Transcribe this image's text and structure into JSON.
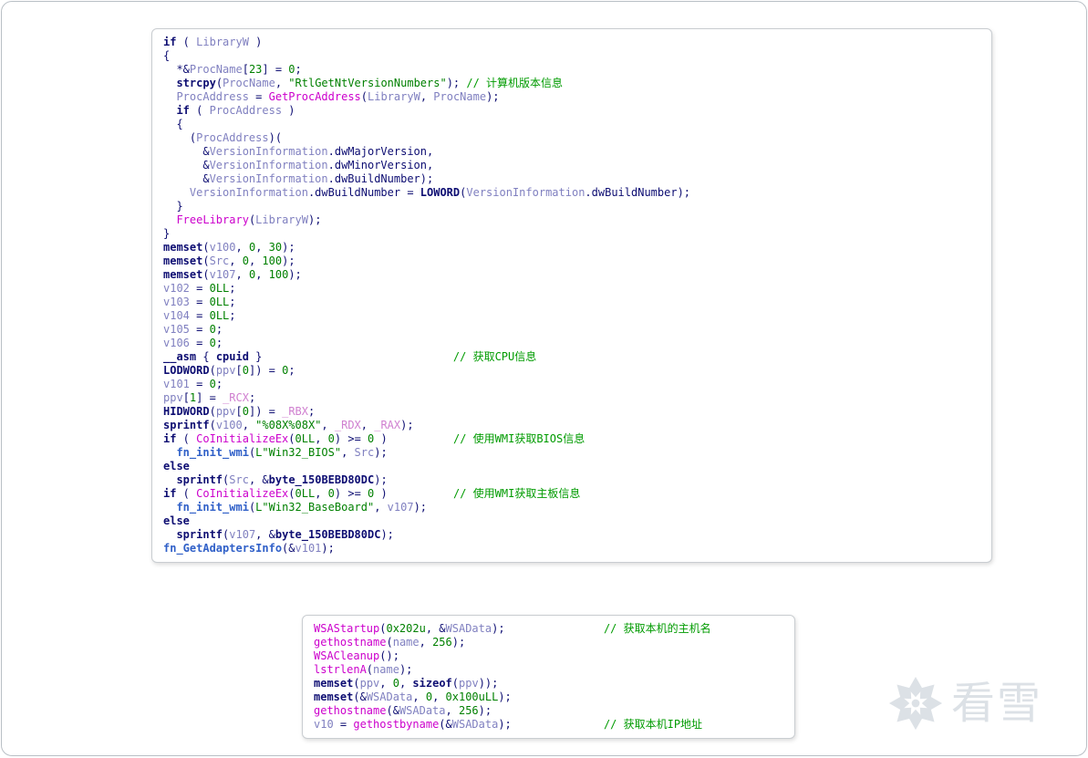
{
  "palette": {
    "plain": "#0d0d72",
    "keyword": "#0d0d72",
    "library": "#0d0d72",
    "global": "#0d0d72",
    "variable": "#8080c0",
    "number": "#008000",
    "string": "#008000",
    "comment": "#009b00",
    "import": "#cc00cc",
    "function": "#3060c8",
    "register": "#d080d0",
    "pad": "#000000"
  },
  "watermark": {
    "brand_text": "看雪",
    "color": "#dce1e6",
    "icon": "snowflake-icon"
  },
  "code_blocks": [
    {
      "name": "version-and-hardware-pseudocode",
      "lines": [
        [
          [
            "kw",
            "if"
          ],
          [
            "p",
            " ( "
          ],
          [
            "var",
            "LibraryW"
          ],
          [
            "p",
            " )"
          ]
        ],
        [
          [
            "p",
            "{"
          ]
        ],
        [
          [
            "p",
            "  *&"
          ],
          [
            "var",
            "ProcName"
          ],
          [
            "p",
            "["
          ],
          [
            "num",
            "23"
          ],
          [
            "p",
            "] = "
          ],
          [
            "num",
            "0"
          ],
          [
            "p",
            ";"
          ]
        ],
        [
          [
            "p",
            "  "
          ],
          [
            "lib",
            "strcpy"
          ],
          [
            "p",
            "("
          ],
          [
            "var",
            "ProcName"
          ],
          [
            "p",
            ", "
          ],
          [
            "str",
            "\"RtlGetNtVersionNumbers\""
          ],
          [
            "p",
            "); "
          ],
          [
            "com",
            "// 计算机版本信息"
          ]
        ],
        [
          [
            "p",
            "  "
          ],
          [
            "var",
            "ProcAddress"
          ],
          [
            "p",
            " = "
          ],
          [
            "imp",
            "GetProcAddress"
          ],
          [
            "p",
            "("
          ],
          [
            "var",
            "LibraryW"
          ],
          [
            "p",
            ", "
          ],
          [
            "var",
            "ProcName"
          ],
          [
            "p",
            ");"
          ]
        ],
        [
          [
            "p",
            "  "
          ],
          [
            "kw",
            "if"
          ],
          [
            "p",
            " ( "
          ],
          [
            "var",
            "ProcAddress"
          ],
          [
            "p",
            " )"
          ]
        ],
        [
          [
            "p",
            "  {"
          ]
        ],
        [
          [
            "p",
            "    ("
          ],
          [
            "var",
            "ProcAddress"
          ],
          [
            "p",
            ")("
          ]
        ],
        [
          [
            "p",
            "      &"
          ],
          [
            "var",
            "VersionInformation"
          ],
          [
            "p",
            ".dwMajorVersion,"
          ]
        ],
        [
          [
            "p",
            "      &"
          ],
          [
            "var",
            "VersionInformation"
          ],
          [
            "p",
            ".dwMinorVersion,"
          ]
        ],
        [
          [
            "p",
            "      &"
          ],
          [
            "var",
            "VersionInformation"
          ],
          [
            "p",
            ".dwBuildNumber);"
          ]
        ],
        [
          [
            "p",
            "    "
          ],
          [
            "var",
            "VersionInformation"
          ],
          [
            "p",
            ".dwBuildNumber = "
          ],
          [
            "lib",
            "LOWORD"
          ],
          [
            "p",
            "("
          ],
          [
            "var",
            "VersionInformation"
          ],
          [
            "p",
            ".dwBuildNumber);"
          ]
        ],
        [
          [
            "p",
            "  }"
          ]
        ],
        [
          [
            "p",
            "  "
          ],
          [
            "imp",
            "FreeLibrary"
          ],
          [
            "p",
            "("
          ],
          [
            "var",
            "LibraryW"
          ],
          [
            "p",
            ");"
          ]
        ],
        [
          [
            "p",
            "}"
          ]
        ],
        [
          [
            "lib",
            "memset"
          ],
          [
            "p",
            "("
          ],
          [
            "var",
            "v100"
          ],
          [
            "p",
            ", "
          ],
          [
            "num",
            "0"
          ],
          [
            "p",
            ", "
          ],
          [
            "num",
            "30"
          ],
          [
            "p",
            ");"
          ]
        ],
        [
          [
            "lib",
            "memset"
          ],
          [
            "p",
            "("
          ],
          [
            "var",
            "Src"
          ],
          [
            "p",
            ", "
          ],
          [
            "num",
            "0"
          ],
          [
            "p",
            ", "
          ],
          [
            "num",
            "100"
          ],
          [
            "p",
            ");"
          ]
        ],
        [
          [
            "lib",
            "memset"
          ],
          [
            "p",
            "("
          ],
          [
            "var",
            "v107"
          ],
          [
            "p",
            ", "
          ],
          [
            "num",
            "0"
          ],
          [
            "p",
            ", "
          ],
          [
            "num",
            "100"
          ],
          [
            "p",
            ");"
          ]
        ],
        [
          [
            "var",
            "v102"
          ],
          [
            "p",
            " = "
          ],
          [
            "num",
            "0LL"
          ],
          [
            "p",
            ";"
          ]
        ],
        [
          [
            "var",
            "v103"
          ],
          [
            "p",
            " = "
          ],
          [
            "num",
            "0LL"
          ],
          [
            "p",
            ";"
          ]
        ],
        [
          [
            "var",
            "v104"
          ],
          [
            "p",
            " = "
          ],
          [
            "num",
            "0LL"
          ],
          [
            "p",
            ";"
          ]
        ],
        [
          [
            "var",
            "v105"
          ],
          [
            "p",
            " = "
          ],
          [
            "num",
            "0"
          ],
          [
            "p",
            ";"
          ]
        ],
        [
          [
            "var",
            "v106"
          ],
          [
            "p",
            " = "
          ],
          [
            "num",
            "0"
          ],
          [
            "p",
            ";"
          ]
        ],
        [
          [
            "kw",
            "__asm"
          ],
          [
            "p",
            " { "
          ],
          [
            "lib",
            "cpuid"
          ],
          [
            "p",
            " }"
          ],
          [
            "pad",
            "29"
          ],
          [
            "com",
            "// 获取CPU信息"
          ]
        ],
        [
          [
            "lib",
            "LODWORD"
          ],
          [
            "p",
            "("
          ],
          [
            "var",
            "ppv"
          ],
          [
            "p",
            "["
          ],
          [
            "num",
            "0"
          ],
          [
            "p",
            "]) = "
          ],
          [
            "num",
            "0"
          ],
          [
            "p",
            ";"
          ]
        ],
        [
          [
            "var",
            "v101"
          ],
          [
            "p",
            " = "
          ],
          [
            "num",
            "0"
          ],
          [
            "p",
            ";"
          ]
        ],
        [
          [
            "var",
            "ppv"
          ],
          [
            "p",
            "["
          ],
          [
            "num",
            "1"
          ],
          [
            "p",
            "] = "
          ],
          [
            "reg",
            "_RCX"
          ],
          [
            "p",
            ";"
          ]
        ],
        [
          [
            "lib",
            "HIDWORD"
          ],
          [
            "p",
            "("
          ],
          [
            "var",
            "ppv"
          ],
          [
            "p",
            "["
          ],
          [
            "num",
            "0"
          ],
          [
            "p",
            "]) = "
          ],
          [
            "reg",
            "_RBX"
          ],
          [
            "p",
            ";"
          ]
        ],
        [
          [
            "lib",
            "sprintf"
          ],
          [
            "p",
            "("
          ],
          [
            "var",
            "v100"
          ],
          [
            "p",
            ", "
          ],
          [
            "str",
            "\"%08X%08X\""
          ],
          [
            "p",
            ", "
          ],
          [
            "reg",
            "_RDX"
          ],
          [
            "p",
            ", "
          ],
          [
            "reg",
            "_RAX"
          ],
          [
            "p",
            ");"
          ]
        ],
        [
          [
            "kw",
            "if"
          ],
          [
            "p",
            " ( "
          ],
          [
            "imp",
            "CoInitializeEx"
          ],
          [
            "p",
            "("
          ],
          [
            "num",
            "0LL"
          ],
          [
            "p",
            ", "
          ],
          [
            "num",
            "0"
          ],
          [
            "p",
            ") >= "
          ],
          [
            "num",
            "0"
          ],
          [
            "p",
            " )"
          ],
          [
            "pad",
            "10"
          ],
          [
            "com",
            "// 使用WMI获取BIOS信息"
          ]
        ],
        [
          [
            "p",
            "  "
          ],
          [
            "fn",
            "fn_init_wmi"
          ],
          [
            "p",
            "("
          ],
          [
            "str",
            "L\"Win32_BIOS\""
          ],
          [
            "p",
            ", "
          ],
          [
            "var",
            "Src"
          ],
          [
            "p",
            ");"
          ]
        ],
        [
          [
            "kw",
            "else"
          ]
        ],
        [
          [
            "p",
            "  "
          ],
          [
            "lib",
            "sprintf"
          ],
          [
            "p",
            "("
          ],
          [
            "var",
            "Src"
          ],
          [
            "p",
            ", &"
          ],
          [
            "glob",
            "byte_150BEBD80DC"
          ],
          [
            "p",
            ");"
          ]
        ],
        [
          [
            "kw",
            "if"
          ],
          [
            "p",
            " ( "
          ],
          [
            "imp",
            "CoInitializeEx"
          ],
          [
            "p",
            "("
          ],
          [
            "num",
            "0LL"
          ],
          [
            "p",
            ", "
          ],
          [
            "num",
            "0"
          ],
          [
            "p",
            ") >= "
          ],
          [
            "num",
            "0"
          ],
          [
            "p",
            " )"
          ],
          [
            "pad",
            "10"
          ],
          [
            "com",
            "// 使用WMI获取主板信息"
          ]
        ],
        [
          [
            "p",
            "  "
          ],
          [
            "fn",
            "fn_init_wmi"
          ],
          [
            "p",
            "("
          ],
          [
            "str",
            "L\"Win32_BaseBoard\""
          ],
          [
            "p",
            ", "
          ],
          [
            "var",
            "v107"
          ],
          [
            "p",
            ");"
          ]
        ],
        [
          [
            "kw",
            "else"
          ]
        ],
        [
          [
            "p",
            "  "
          ],
          [
            "lib",
            "sprintf"
          ],
          [
            "p",
            "("
          ],
          [
            "var",
            "v107"
          ],
          [
            "p",
            ", &"
          ],
          [
            "glob",
            "byte_150BEBD80DC"
          ],
          [
            "p",
            ");"
          ]
        ],
        [
          [
            "fn",
            "fn_GetAdaptersInfo"
          ],
          [
            "p",
            "(&"
          ],
          [
            "var",
            "v101"
          ],
          [
            "p",
            ");"
          ]
        ]
      ]
    },
    {
      "name": "hostname-and-ip-pseudocode",
      "lines": [
        [
          [
            "imp",
            "WSAStartup"
          ],
          [
            "p",
            "("
          ],
          [
            "num",
            "0x202u"
          ],
          [
            "p",
            ", &"
          ],
          [
            "var",
            "WSAData"
          ],
          [
            "p",
            ");"
          ],
          [
            "pad",
            "15"
          ],
          [
            "com",
            "// 获取本机的主机名"
          ]
        ],
        [
          [
            "imp",
            "gethostname"
          ],
          [
            "p",
            "("
          ],
          [
            "var",
            "name"
          ],
          [
            "p",
            ", "
          ],
          [
            "num",
            "256"
          ],
          [
            "p",
            ");"
          ]
        ],
        [
          [
            "imp",
            "WSACleanup"
          ],
          [
            "p",
            "();"
          ]
        ],
        [
          [
            "imp",
            "lstrlenA"
          ],
          [
            "p",
            "("
          ],
          [
            "var",
            "name"
          ],
          [
            "p",
            ");"
          ]
        ],
        [
          [
            "lib",
            "memset"
          ],
          [
            "p",
            "("
          ],
          [
            "var",
            "ppv"
          ],
          [
            "p",
            ", "
          ],
          [
            "num",
            "0"
          ],
          [
            "p",
            ", "
          ],
          [
            "kw",
            "sizeof"
          ],
          [
            "p",
            "("
          ],
          [
            "var",
            "ppv"
          ],
          [
            "p",
            "));"
          ]
        ],
        [
          [
            "lib",
            "memset"
          ],
          [
            "p",
            "(&"
          ],
          [
            "var",
            "WSAData"
          ],
          [
            "p",
            ", "
          ],
          [
            "num",
            "0"
          ],
          [
            "p",
            ", "
          ],
          [
            "num",
            "0x100uLL"
          ],
          [
            "p",
            ");"
          ]
        ],
        [
          [
            "imp",
            "gethostname"
          ],
          [
            "p",
            "(&"
          ],
          [
            "var",
            "WSAData"
          ],
          [
            "p",
            ", "
          ],
          [
            "num",
            "256"
          ],
          [
            "p",
            ");"
          ]
        ],
        [
          [
            "var",
            "v10"
          ],
          [
            "p",
            " = "
          ],
          [
            "imp",
            "gethostbyname"
          ],
          [
            "p",
            "(&"
          ],
          [
            "var",
            "WSAData"
          ],
          [
            "p",
            ");"
          ],
          [
            "pad",
            "14"
          ],
          [
            "com",
            "// 获取本机IP地址"
          ]
        ]
      ]
    }
  ]
}
